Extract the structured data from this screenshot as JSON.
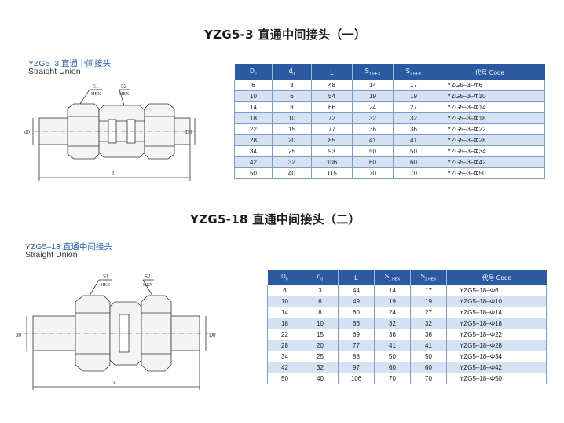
{
  "section1": {
    "title": "YZG5-3 直通中间接头（一）",
    "caption_model": "YZG5–3 直通中间接头",
    "caption_name": "Straight Union",
    "drawing_labels": {
      "s1": "S1",
      "s2": "S2",
      "hex1": "HEX",
      "hex2": "HEX",
      "d0": "d0",
      "D0": "D0",
      "L": "L"
    }
  },
  "section2": {
    "title": "YZG5-18 直通中间接头（二）",
    "caption_model": "YZG5–18 直通中间接头",
    "caption_name": "Straight Union",
    "drawing_labels": {
      "s1": "S1",
      "s2": "S2",
      "hex1": "HEX",
      "hex2": "HEX",
      "d0": "d0",
      "D0": "D0",
      "L": "L"
    }
  },
  "table_headers": {
    "D0_main": "D",
    "D0_sub": "0",
    "d0_main": "d",
    "d0_sub": "0",
    "L": "L",
    "S1_main": "S",
    "S1_sub": "1 HEX",
    "S2_main": "S",
    "S2_sub": "2 HEX",
    "code": "代号 Code"
  },
  "table1": [
    {
      "D0": "6",
      "d0": "3",
      "L": "48",
      "S1": "14",
      "S2": "17",
      "code": "YZG5–3–Φ6"
    },
    {
      "D0": "10",
      "d0": "6",
      "L": "54",
      "S1": "19",
      "S2": "19",
      "code": "YZG5–3–Φ10"
    },
    {
      "D0": "14",
      "d0": "8",
      "L": "66",
      "S1": "24",
      "S2": "27",
      "code": "YZG5–3–Φ14"
    },
    {
      "D0": "18",
      "d0": "10",
      "L": "72",
      "S1": "32",
      "S2": "32",
      "code": "YZG5–3–Φ18"
    },
    {
      "D0": "22",
      "d0": "15",
      "L": "77",
      "S1": "36",
      "S2": "36",
      "code": "YZG5–3–Φ22"
    },
    {
      "D0": "28",
      "d0": "20",
      "L": "85",
      "S1": "41",
      "S2": "41",
      "code": "YZG5–3–Φ28"
    },
    {
      "D0": "34",
      "d0": "25",
      "L": "93",
      "S1": "50",
      "S2": "50",
      "code": "YZG5–3–Φ34"
    },
    {
      "D0": "42",
      "d0": "32",
      "L": "106",
      "S1": "60",
      "S2": "60",
      "code": "YZG5–3–Φ42"
    },
    {
      "D0": "50",
      "d0": "40",
      "L": "115",
      "S1": "70",
      "S2": "70",
      "code": "YZG5–3–Φ50"
    }
  ],
  "table2": [
    {
      "D0": "6",
      "d0": "3",
      "L": "44",
      "S1": "14",
      "S2": "17",
      "code": "YZG5–18–Φ6"
    },
    {
      "D0": "10",
      "d0": "6",
      "L": "49",
      "S1": "19",
      "S2": "19",
      "code": "YZG5–18–Φ10"
    },
    {
      "D0": "14",
      "d0": "8",
      "L": "60",
      "S1": "24",
      "S2": "27",
      "code": "YZG5–18–Φ14"
    },
    {
      "D0": "18",
      "d0": "10",
      "L": "66",
      "S1": "32",
      "S2": "32",
      "code": "YZG5–18–Φ18"
    },
    {
      "D0": "22",
      "d0": "15",
      "L": "69",
      "S1": "36",
      "S2": "36",
      "code": "YZG5–18–Φ22"
    },
    {
      "D0": "28",
      "d0": "20",
      "L": "77",
      "S1": "41",
      "S2": "41",
      "code": "YZG5–18–Φ28"
    },
    {
      "D0": "34",
      "d0": "25",
      "L": "88",
      "S1": "50",
      "S2": "50",
      "code": "YZG5–18–Φ34"
    },
    {
      "D0": "42",
      "d0": "32",
      "L": "97",
      "S1": "60",
      "S2": "60",
      "code": "YZG5–18–Φ42"
    },
    {
      "D0": "50",
      "d0": "40",
      "L": "106",
      "S1": "70",
      "S2": "70",
      "code": "YZG5–18–Φ50"
    }
  ],
  "colors": {
    "header_bg": "#2b5aa3",
    "row_alt": "#d5e2f3",
    "caption_blue": "#2a5fa8"
  }
}
